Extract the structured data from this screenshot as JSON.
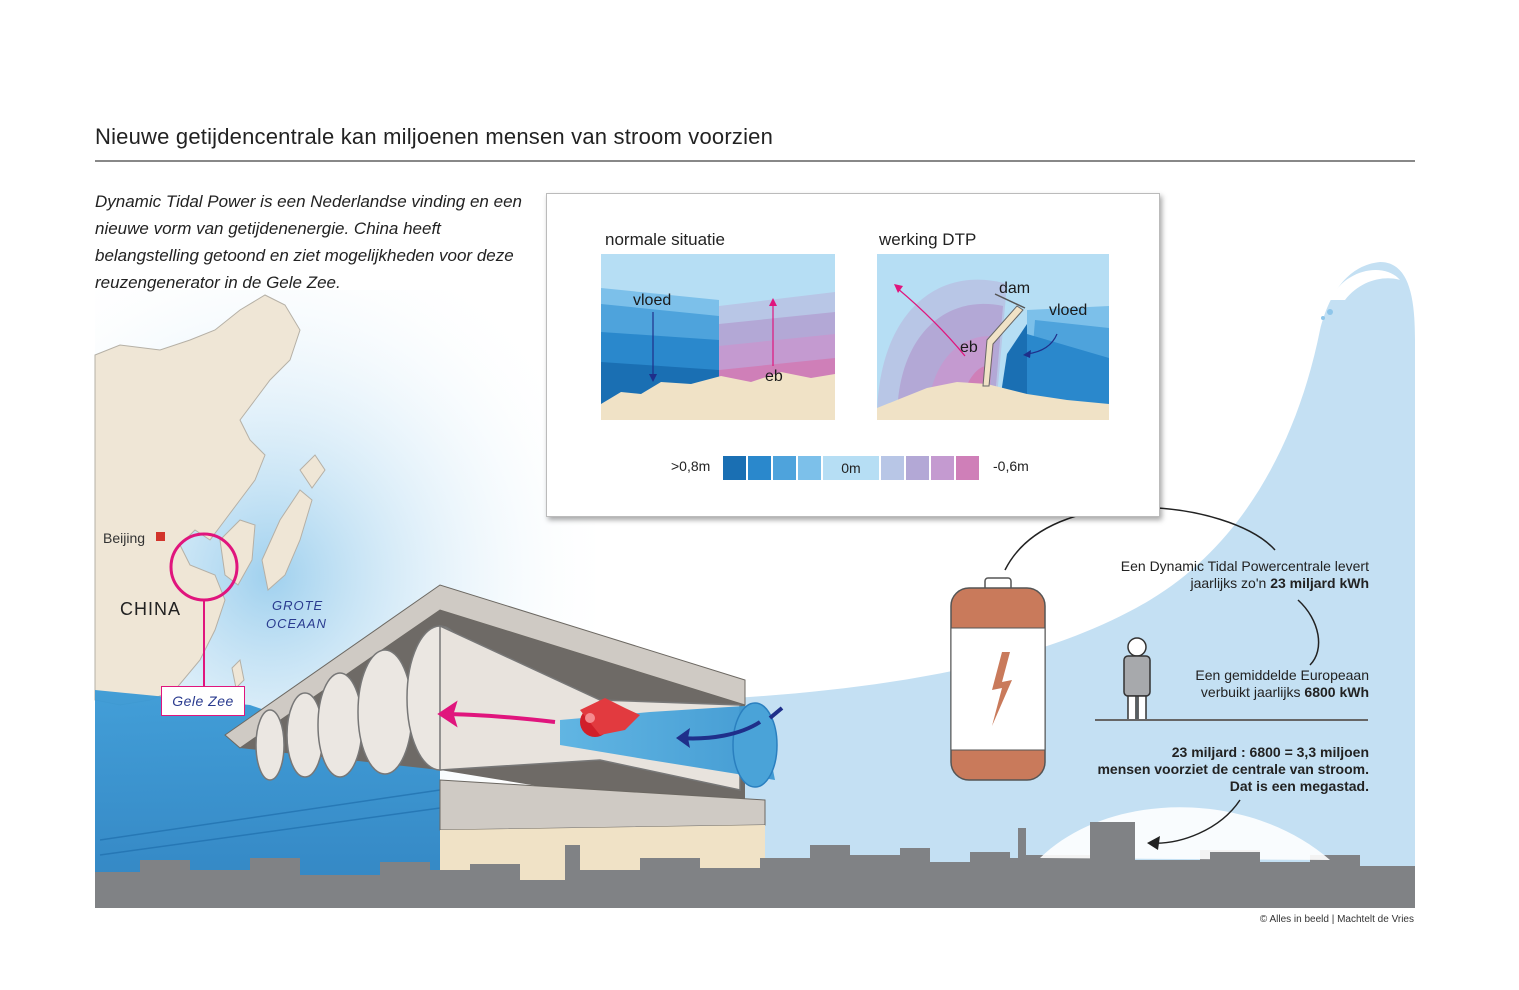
{
  "title": "Nieuwe getijdencentrale kan miljoenen mensen van stroom voorzien",
  "intro": "Dynamic Tidal Power is een Nederlandse vinding en een nieuwe vorm van getijdenenergie. China heeft belangstelling getoond en ziet mogelijkheden voor deze reuzengenerator in de Gele Zee.",
  "inset": {
    "panel_left_title": "normale situatie",
    "panel_right_title": "werking DTP",
    "label_vloed_left": "vloed",
    "label_eb_left": "eb",
    "label_dam": "dam",
    "label_vloed_right": "vloed",
    "label_eb_right": "eb",
    "legend": {
      "min_label": ">0,8m",
      "mid_label": "0m",
      "max_label": "-0,6m",
      "colors": [
        "#1a6fb3",
        "#2a88cc",
        "#4ea3dc",
        "#7cc0ea",
        "#b6def4",
        "#b8c6e6",
        "#b3a8d6",
        "#c49ad0",
        "#cf7fb8"
      ]
    }
  },
  "map": {
    "beijing": "Beijing",
    "china": "CHINA",
    "ocean_line1": "GROTE",
    "ocean_line2": "OCEAAN",
    "gele_zee": "Gele Zee"
  },
  "stats": {
    "line1a": "Een Dynamic Tidal Powercentrale levert",
    "line1b_prefix": "jaarlijks zo'n ",
    "line1b_bold": "23 miljard kWh",
    "line2a": "Een gemiddelde Europeaan",
    "line2b_prefix": "verbuikt jaarlijks ",
    "line2b_bold": "6800 kWh",
    "line3a": "23 miljard :  6800 = 3,3 miljoen",
    "line3b": "mensen voorziet de centrale van stroom.",
    "line3c": "Dat is een megastad."
  },
  "credits": "© Alles in beeld  |  Machtelt de Vries",
  "colors": {
    "sea_light": "#c4e0f3",
    "sea_mid": "#4aa3d8",
    "land": "#efe6d6",
    "accent_pink": "#e0157d",
    "skyline": "#808285",
    "battery": "#c97a5b",
    "dark_arrow": "#1f2f8a"
  }
}
